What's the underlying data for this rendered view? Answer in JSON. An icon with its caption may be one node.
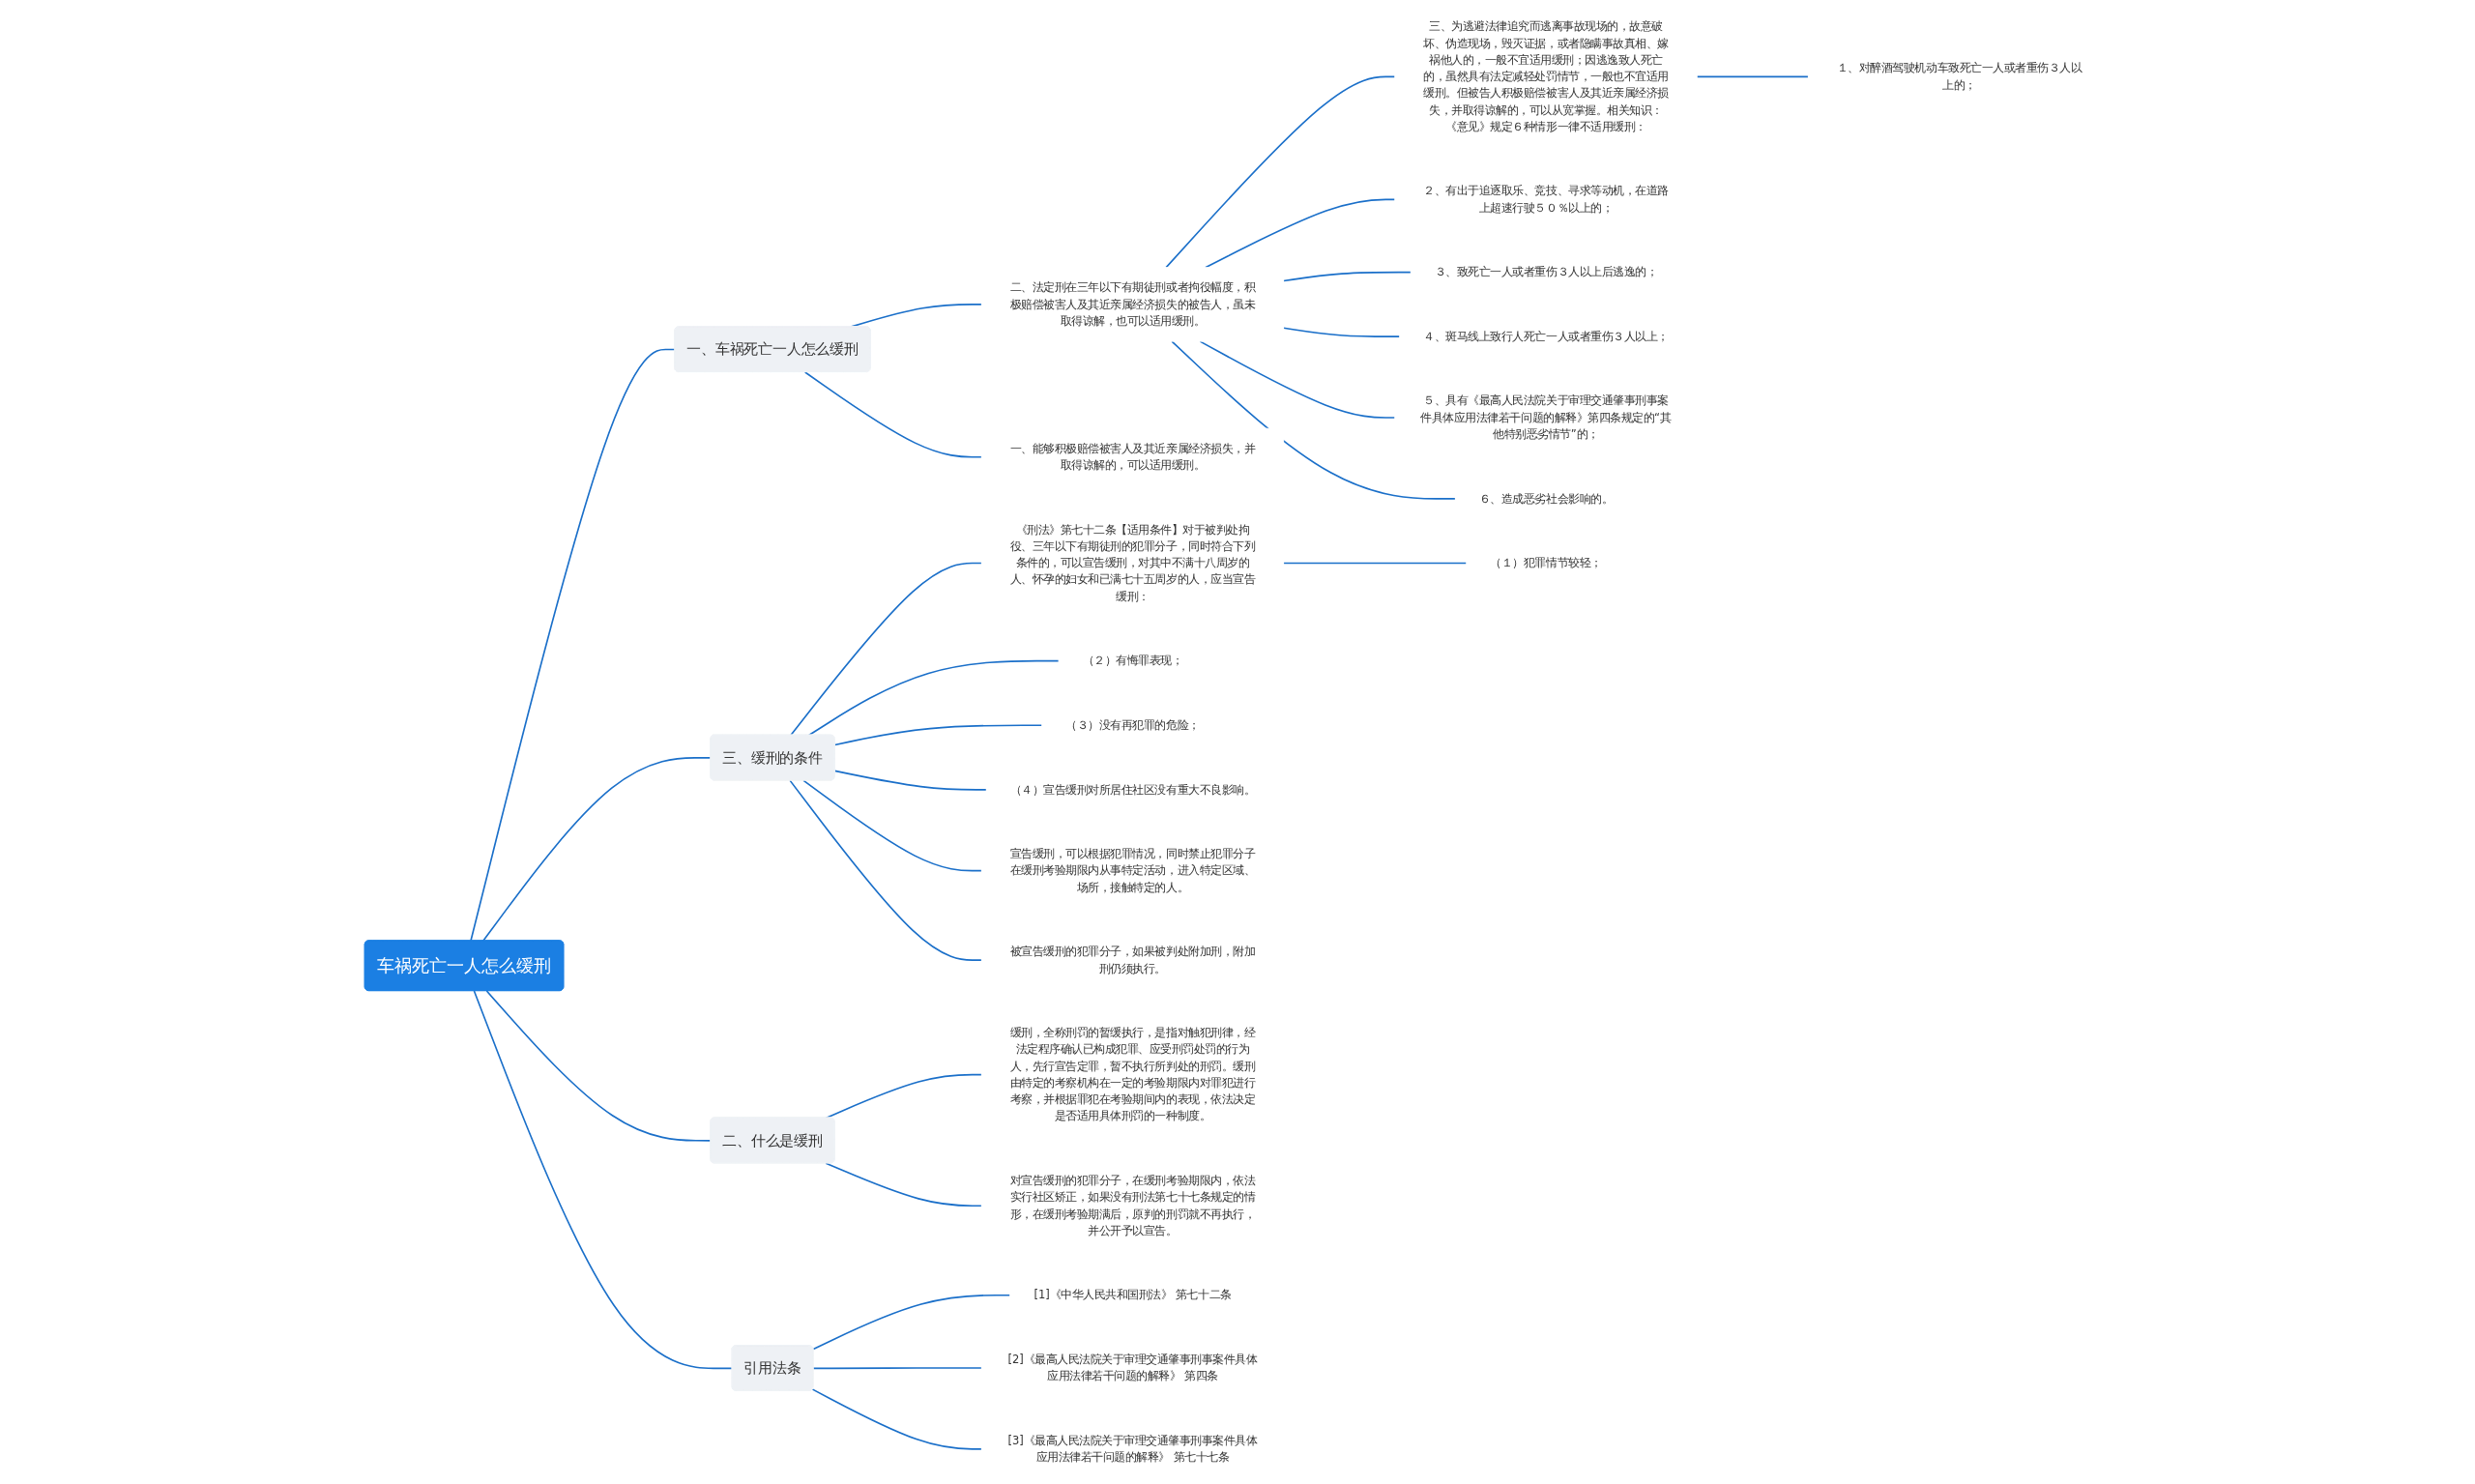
{
  "diagram": {
    "nodes": [
      {
        "text": [
          "车祸死亡一人怎么缓刑"
        ]
      },
      {
        "text": [
          "一、车祸死亡一人怎么缓刑"
        ]
      },
      {
        "text": [
          "一、能够积极赔偿被害人及其近亲属经济损失，并取得谅解的，可以适用缓刑。"
        ]
      },
      {
        "text": [
          "二、法定刑在三年以下有期徒刑或者拘役幅度，积极赔偿被害人及其近亲属经济损失的被告人，虽未取得谅解，也可以适用缓刑。"
        ]
      },
      {
        "text": [
          "三、为逃避法律追究而逃离事故现场的，故意破坏、伪造现场，毁灭证据，或者隐瞒事故真相、嫁祸他人的，一般不宜适用缓刑；因逃逸致人死亡的，虽然具有法定减轻处罚情节，一般也不宜适用缓刑。但被告人积极赔偿被害人及其近亲属经济损失，并取得谅解的，可以从宽掌握。相关知识：《意见》规定６种情形一律不适用缓刑："
        ]
      },
      {
        "text": [
          "１、对醉酒驾驶机动车致死亡一人或者重伤３人以上的；"
        ]
      },
      {
        "text": [
          "２、有出于追逐取乐、竞技、寻求等动机，在道路上超速行驶５０％以上的；"
        ]
      },
      {
        "text": [
          "３、致死亡一人或者重伤３人以上后逃逸的；"
        ]
      },
      {
        "text": [
          "４、斑马线上致行人死亡一人或者重伤３人以上；"
        ]
      },
      {
        "text": [
          "５、具有《最高人民法院关于审理交通肇事刑事案件具体应用法律若干问题的解释》第四条规定的“其他特别恶劣情节”的；"
        ]
      },
      {
        "text": [
          "６、造成恶劣社会影响的。"
        ]
      },
      {
        "text": [
          "三、缓刑的条件"
        ]
      },
      {
        "text": [
          "《刑法》第七十二条【适用条件】对于被判处拘役、三年以下有期徒刑的犯罪分子，同时符合下列条件的，可以宣告缓刑，对其中不满十八周岁的人、怀孕的妇女和已满七十五周岁的人，应当宣告缓刑："
        ]
      },
      {
        "text": [
          "（１）犯罪情节较轻；"
        ]
      },
      {
        "text": [
          "（２）有悔罪表现；"
        ]
      },
      {
        "text": [
          "（３）没有再犯罪的危险；"
        ]
      },
      {
        "text": [
          "（４）宣告缓刑对所居住社区没有重大不良影响。"
        ]
      },
      {
        "text": [
          "宣告缓刑，可以根据犯罪情况，同时禁止犯罪分子在缓刑考验期限内从事特定活动，进入特定区域、场所，接触特定的人。"
        ]
      },
      {
        "text": [
          "被宣告缓刑的犯罪分子，如果被判处附加刑，附加刑仍须执行。"
        ]
      },
      {
        "text": [
          "二、什么是缓刑"
        ]
      },
      {
        "text": [
          "缓刑，全称刑罚的暂缓执行，是指对触犯刑律，经法定程序确认已构成犯罪、应受刑罚处罚的行为人，先行宣告定罪，暂不执行所判处的刑罚。缓刑由特定的考察机构在一定的考验期限内对罪犯进行考察，并根据罪犯在考验期间内的表现，依法决定是否适用具体刑罚的一种制度。"
        ]
      },
      {
        "text": [
          "对宣告缓刑的犯罪分子，在缓刑考验期限内，依法实行社区矫正，如果没有刑法第七十七条规定的情形，在缓刑考验期满后，原判的刑罚就不再执行，并公开予以宣告。"
        ]
      },
      {
        "text": [
          "引用法条"
        ]
      },
      {
        "text": [
          "[1]《中华人民共和国刑法》 第七十二条"
        ]
      },
      {
        "text": [
          "[2]《最高人民法院关于审理交通肇事刑事案件具体应用法律若干问题的解释》 第四条"
        ]
      },
      {
        "text": [
          "[3]《最高人民法院关于审理交通肇事刑事案件具体应用法律若干问题的解释》 第七十七条"
        ]
      }
    ],
    "edges": [
      {
        "from": 0,
        "to": 1,
        "arrow": "none"
      },
      {
        "from": 1,
        "to": 2,
        "arrow": "none"
      },
      {
        "from": 1,
        "to": 3,
        "arrow": "none"
      },
      {
        "from": 3,
        "to": 4,
        "arrow": "none"
      },
      {
        "from": 4,
        "to": 5,
        "arrow": "none"
      },
      {
        "from": 3,
        "to": 6,
        "arrow": "none"
      },
      {
        "from": 3,
        "to": 7,
        "arrow": "none"
      },
      {
        "from": 3,
        "to": 8,
        "arrow": "none"
      },
      {
        "from": 3,
        "to": 9,
        "arrow": "none"
      },
      {
        "from": 3,
        "to": 10,
        "arrow": "none"
      },
      {
        "from": 0,
        "to": 11,
        "arrow": "none"
      },
      {
        "from": 11,
        "to": 12,
        "arrow": "none"
      },
      {
        "from": 12,
        "to": 13,
        "arrow": "none"
      },
      {
        "from": 11,
        "to": 14,
        "arrow": "none"
      },
      {
        "from": 11,
        "to": 15,
        "arrow": "none"
      },
      {
        "from": 11,
        "to": 16,
        "arrow": "none"
      },
      {
        "from": 11,
        "to": 17,
        "arrow": "none"
      },
      {
        "from": 11,
        "to": 18,
        "arrow": "none"
      },
      {
        "from": 0,
        "to": 19,
        "arrow": "none"
      },
      {
        "from": 19,
        "to": 20,
        "arrow": "none"
      },
      {
        "from": 19,
        "to": 21,
        "arrow": "none"
      },
      {
        "from": 0,
        "to": 22,
        "arrow": "none"
      },
      {
        "from": 22,
        "to": 23,
        "arrow": "none"
      },
      {
        "from": 22,
        "to": 24,
        "arrow": "none"
      },
      {
        "from": 22,
        "to": 25,
        "arrow": "none"
      }
    ]
  }
}
